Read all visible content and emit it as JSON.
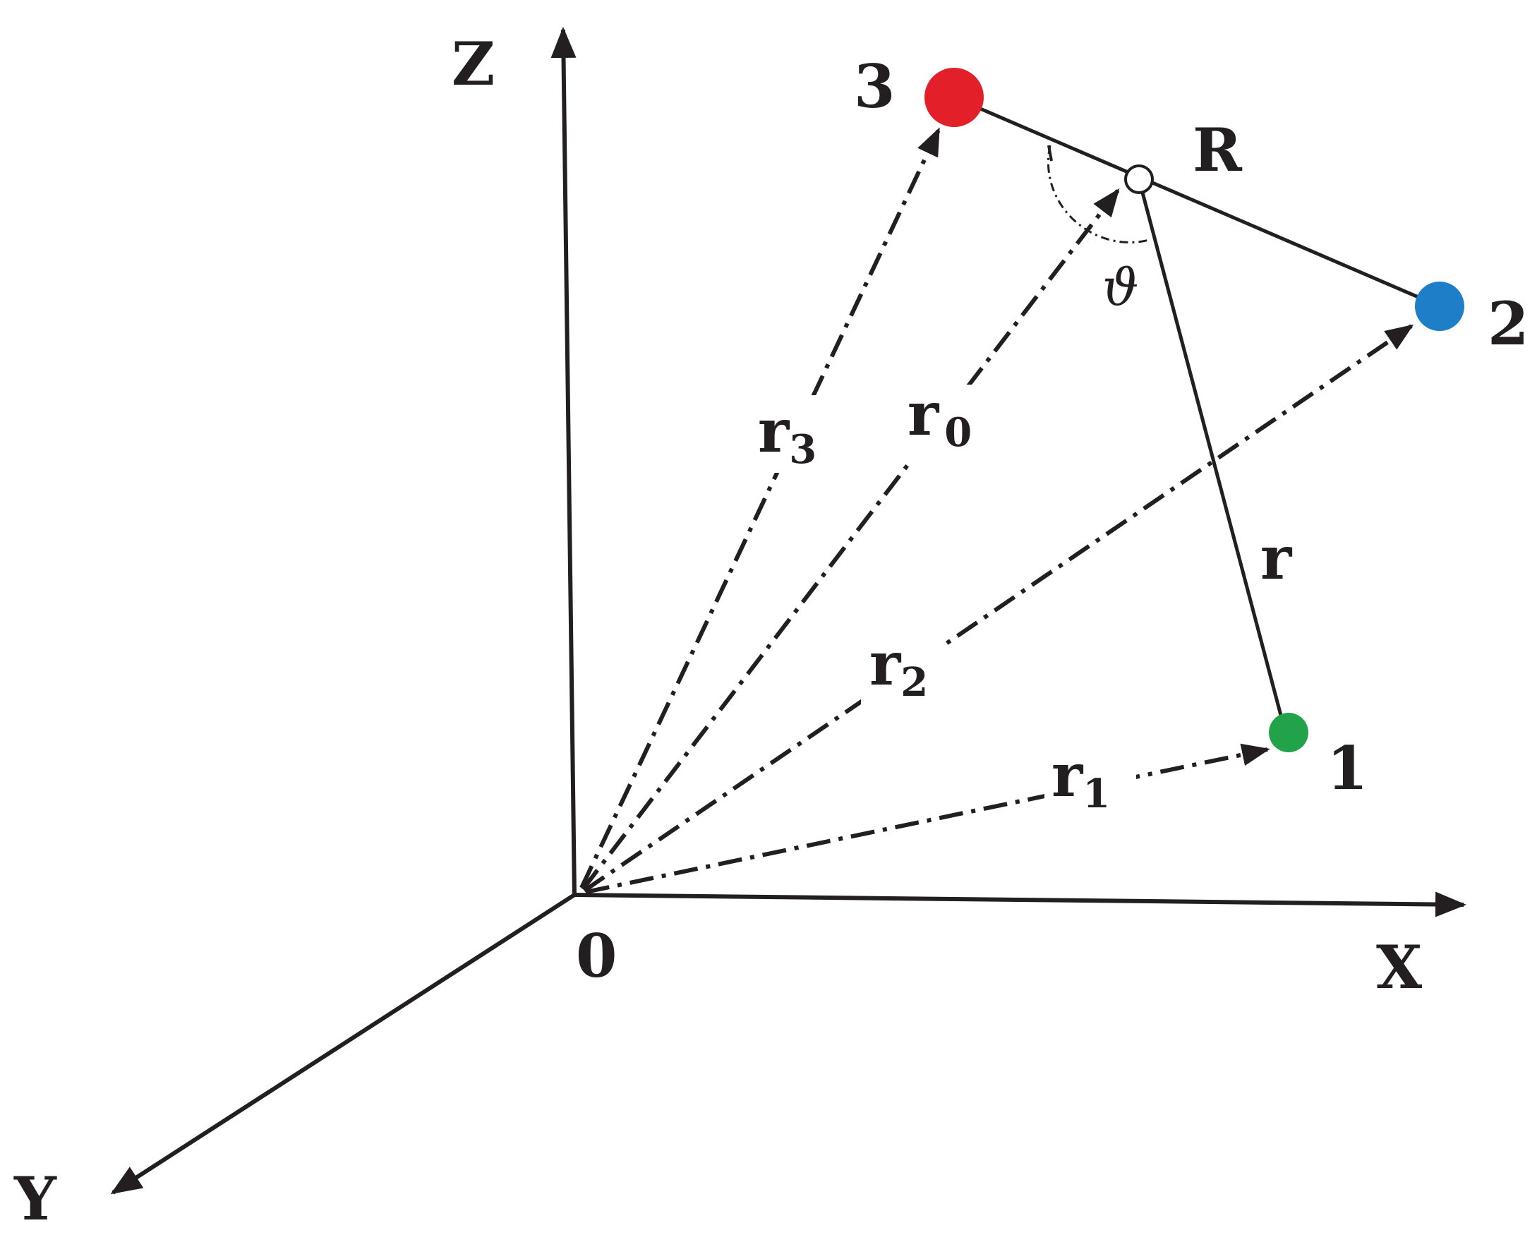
{
  "axes": {
    "z_label": "Z",
    "x_label": "X",
    "y_label": "Y",
    "origin_label": "0"
  },
  "particles": {
    "p1": {
      "label": "1",
      "color": "#22a249"
    },
    "p2": {
      "label": "2",
      "color": "#1e7ec8"
    },
    "p3": {
      "label": "3",
      "color": "#e3202a"
    },
    "center": {
      "label": "R"
    }
  },
  "vectors": {
    "r0": {
      "base": "r",
      "sub": "0"
    },
    "r1": {
      "base": "r",
      "sub": "1"
    },
    "r2": {
      "base": "r",
      "sub": "2"
    },
    "r3": {
      "base": "r",
      "sub": "3"
    },
    "r": {
      "base": "r"
    }
  },
  "angle": {
    "symbol": "ϑ"
  }
}
